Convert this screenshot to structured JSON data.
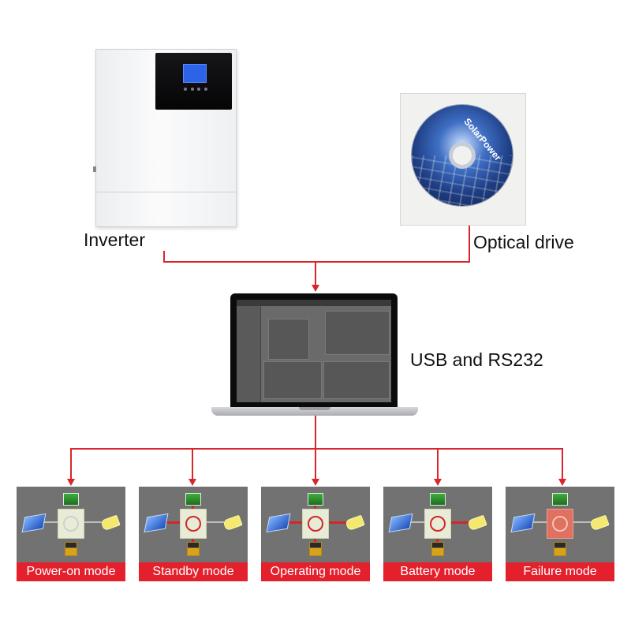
{
  "labels": {
    "inverter": "Inverter",
    "optical_drive": "Optical drive",
    "connection": "USB and RS232"
  },
  "disc_text": "SolarPower",
  "colors": {
    "connector_line": "#d9262c",
    "mode_caption_bg": "#e4202c",
    "mode_caption_text": "#ffffff",
    "mode_panel_bg": "#727272"
  },
  "modes": [
    {
      "label": "Power-on mode",
      "active_flow": false,
      "failure": false
    },
    {
      "label": "Standby mode",
      "active_flow": true,
      "failure": false
    },
    {
      "label": "Operating mode",
      "active_flow": true,
      "failure": false
    },
    {
      "label": "Battery mode",
      "active_flow": true,
      "failure": false
    },
    {
      "label": "Failure mode",
      "active_flow": false,
      "failure": true
    }
  ]
}
